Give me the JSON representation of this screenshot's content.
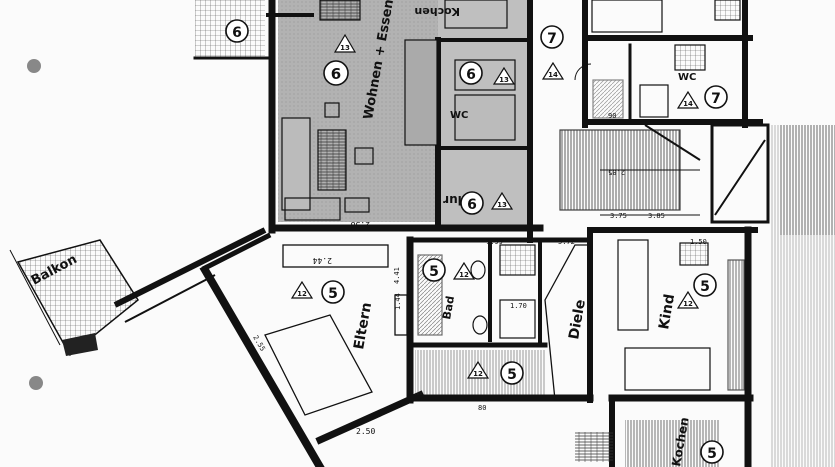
{
  "rooms": {
    "wohnen": {
      "label": "Wohnen + Essen",
      "number": "6",
      "area": "13"
    },
    "kochen": {
      "label": "Kochen"
    },
    "wc_top": {
      "label": "WC",
      "number": "6",
      "area": "13"
    },
    "flur": {
      "label": "Flur",
      "number": "6",
      "area": "13"
    },
    "balkon": {
      "label": "Balkon"
    },
    "eltern": {
      "label": "Eltern",
      "number": "5",
      "area": "12"
    },
    "bad": {
      "label": "Bad",
      "number": "5",
      "area": "12"
    },
    "diele": {
      "label": "Diele",
      "number": "5",
      "area": "12"
    },
    "kind": {
      "label": "Kind",
      "number": "5",
      "area": "12"
    },
    "kochen_bottom": {
      "label": "Kochen",
      "number": "5"
    },
    "stair_right": {
      "number": "7",
      "area": "14"
    },
    "wc_right": {
      "label": "WC",
      "number": "7",
      "area": "14"
    },
    "top_left": {
      "number": "6"
    }
  },
  "dimensions": {
    "d1": "2.50",
    "d2": "2.44",
    "d3": "2.38",
    "d4": "1.99",
    "d5": "1.50",
    "d6": "5.72",
    "d7": "2.85",
    "d8": "3.75",
    "d9": "3.85",
    "d10": "1.70",
    "d11": "1.44",
    "d12": "80",
    "d13": "90",
    "d14": "4.41",
    "d15": "2.55"
  }
}
